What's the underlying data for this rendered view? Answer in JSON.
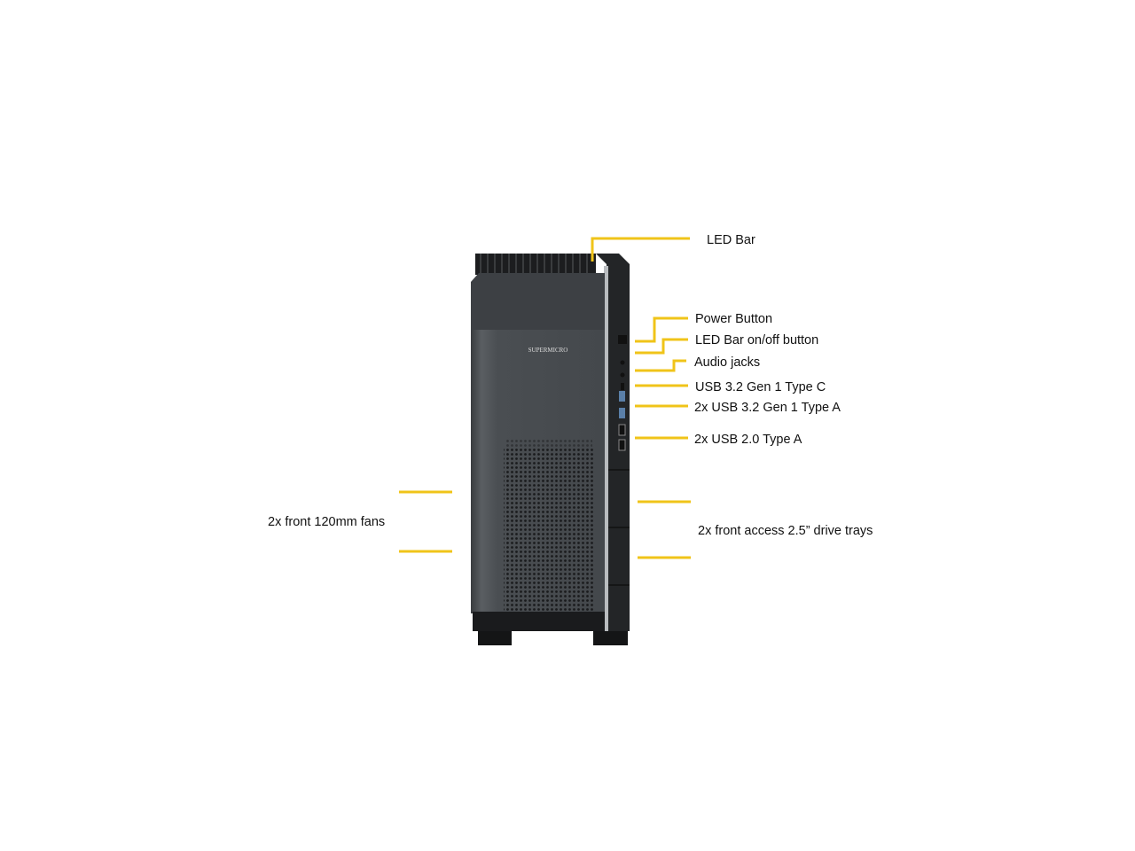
{
  "diagram": {
    "brand_logo": "SUPERMICRO",
    "accent_color": "#f0c419",
    "callouts": {
      "led_bar": "LED Bar",
      "power_button": "Power Button",
      "led_bar_button": "LED Bar on/off button",
      "audio_jacks": "Audio jacks",
      "usb_c": "USB 3.2 Gen 1 Type C",
      "usb3_a": "2x USB 3.2 Gen 1 Type A",
      "usb2_a": "2x USB 2.0 Type A",
      "fans": "2x front 120mm fans",
      "drive_trays": "2x front access 2.5” drive trays"
    }
  }
}
